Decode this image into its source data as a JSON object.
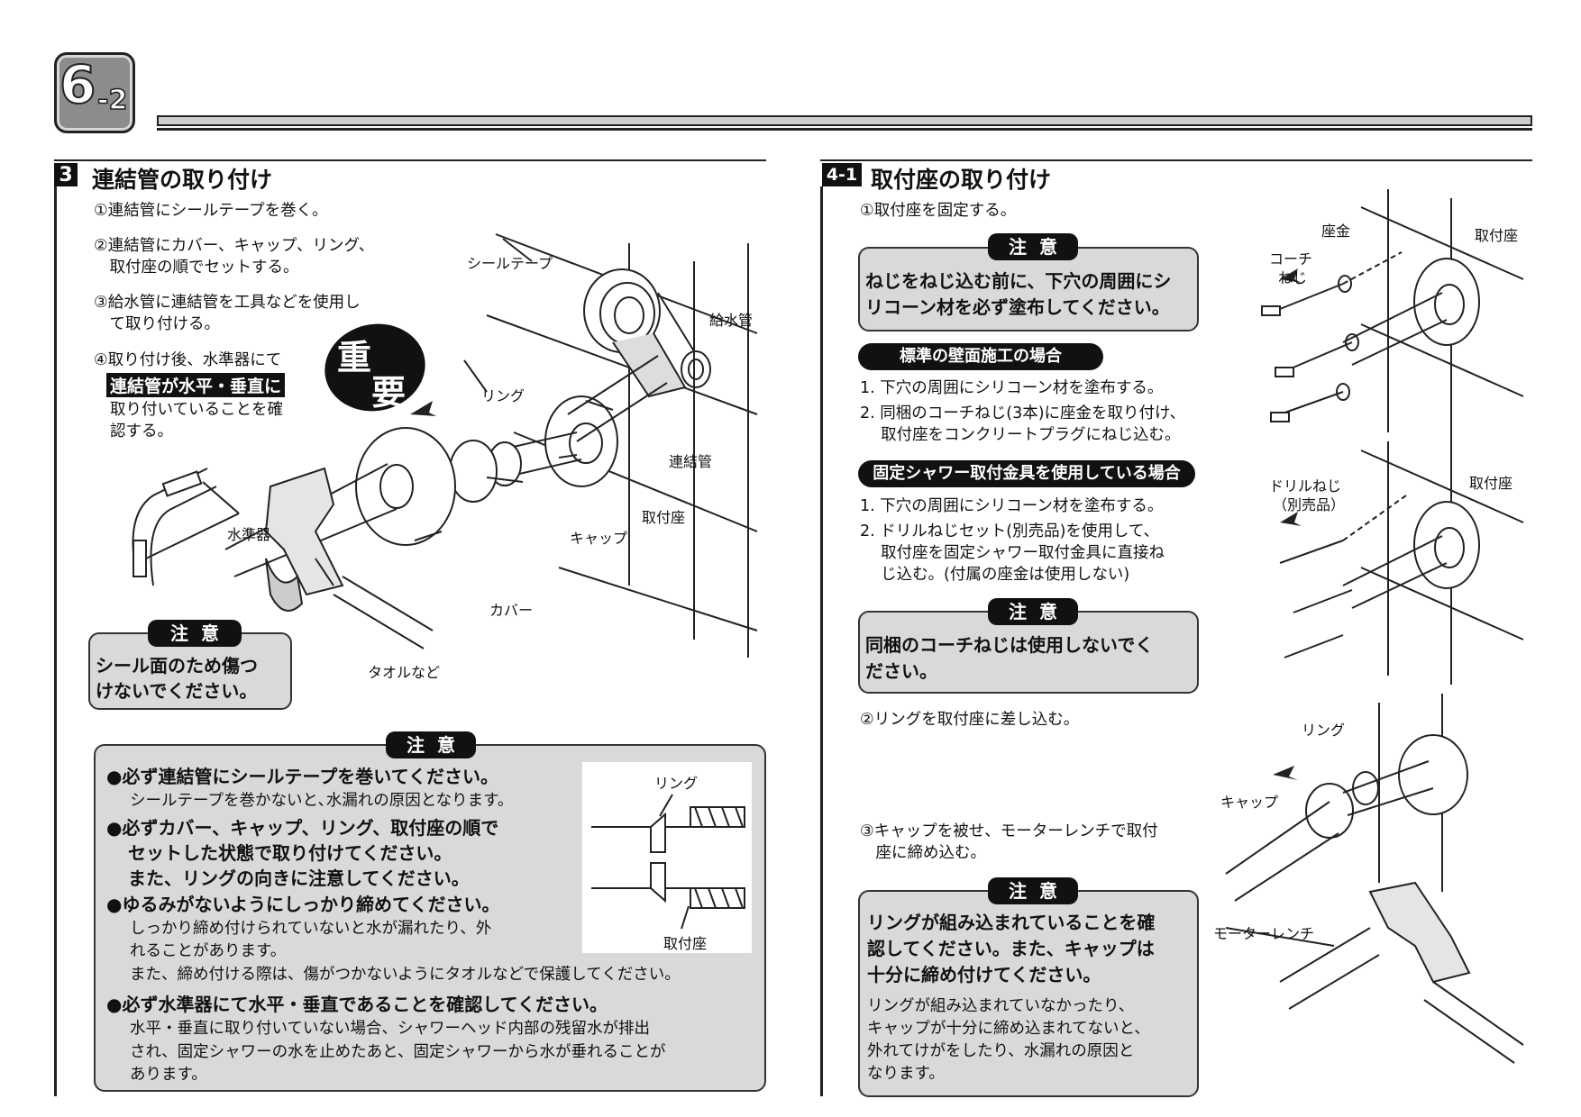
{
  "page_badge": {
    "num": "6",
    "sub": "-2"
  },
  "section3": {
    "num": "3",
    "title": "連結管の取り付け",
    "steps": [
      "①連結管にシールテープを巻く。",
      "②連結管にカバー、キャップ、リング、",
      "　取付座の順でセットする。",
      "③給水管に連結管を工具などを使用し",
      "　て取り付ける。",
      "④取り付け後、水準器にて"
    ],
    "step4_highlight": "連結管が水平・垂直に",
    "step4_rest": [
      "取り付いていることを確",
      "認する。"
    ],
    "seal": [
      "重",
      "要"
    ],
    "labels": {
      "seal_tape": "シールテープ",
      "supply_pipe": "給水管",
      "ring": "リング",
      "connecting_pipe": "連結管",
      "mount_seat": "取付座",
      "cap": "キャップ",
      "cover": "カバー",
      "level": "水準器",
      "towel": "タオルなど"
    },
    "caution_small": {
      "tag": "注意",
      "text": [
        "シール面のため傷つ",
        "けないでください。"
      ]
    },
    "caution_large": {
      "tag": "注意",
      "items": [
        {
          "bold": "●必ず連結管にシールテープを巻いてください。",
          "normal": [
            "シールテープを巻かないと､水漏れの原因となります。"
          ]
        },
        {
          "bold": "●必ずカバー、キャップ、リング、取付座の順で",
          "bold2": [
            "セットした状態で取り付けてください。",
            "また、リングの向きに注意してください。"
          ],
          "normal": []
        },
        {
          "bold": "●ゆるみがないようにしっかり締めてください。",
          "normal": [
            "しっかり締め付けられていないと水が漏れたり、外",
            "れることがあります。",
            "また、締め付ける際は、傷がつかないようにタオルなどで保護してください。"
          ]
        },
        {
          "bold": "●必ず水準器にて水平・垂直であることを確認してください。",
          "normal": [
            "水平・垂直に取り付いていない場合、シャワーヘッド内部の残留水が排出",
            "され、固定シャワーの水を止めたあと、固定シャワーから水が垂れることが",
            "あります。"
          ]
        }
      ],
      "inset_labels": {
        "ring": "リング",
        "seat": "取付座"
      }
    }
  },
  "section41": {
    "num": "4-1",
    "title": "取付座の取り付け",
    "step1": "①取付座を固定する。",
    "caution1": {
      "tag": "注意",
      "text": [
        "ねじをねじ込む前に、下穴の周囲にシ",
        "リコーン材を必ず塗布してください。"
      ]
    },
    "pill1": "標準の壁面施工の場合",
    "std_steps": [
      "1. 下穴の周囲にシリコーン材を塗布する。",
      "2. 同梱のコーチねじ(3本)に座金を取り付け、",
      "　 取付座をコンクリートプラグにねじ込む。"
    ],
    "pill2": "固定シャワー取付金具を使用している場合",
    "fix_steps": [
      "1. 下穴の周囲にシリコーン材を塗布する。",
      "2. ドリルねじセット(別売品)を使用して、",
      "　 取付座を固定シャワー取付金具に直接ね",
      "　 じ込む。(付属の座金は使用しない)"
    ],
    "caution2": {
      "tag": "注意",
      "text": [
        "同梱のコーチねじは使用しないでく",
        "ださい。"
      ]
    },
    "step2": "②リングを取付座に差し込む。",
    "step3": [
      "③キャップを被せ、モーターレンチで取付",
      "　座に締め込む。"
    ],
    "caution3": {
      "tag": "注意",
      "bold": [
        "リングが組み込まれていることを確",
        "認してください。また、キャップは",
        "十分に締め付けてください。"
      ],
      "normal": [
        "リングが組み込まれていなかったり、",
        "キャップが十分に締め込まれてないと、",
        "外れてけがをしたり、水漏れの原因と",
        "なります。"
      ]
    },
    "labels": {
      "washer": "座金",
      "coach_screw": [
        "コーチ",
        "ねじ"
      ],
      "seat1": "取付座",
      "drill_screw": [
        "ドリルねじ",
        "（別売品）"
      ],
      "seat2": "取付座",
      "ring": "リング",
      "cap": "キャップ",
      "wrench": "モーターレンチ"
    }
  }
}
